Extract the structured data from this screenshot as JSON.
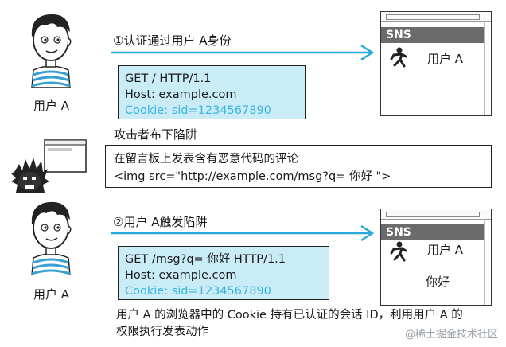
{
  "user_label": "用户 A",
  "user_label_2": "用户 A",
  "step1": "①认证通过用户 A身份",
  "step2": "②用户 A触发陷阱",
  "request1": {
    "line1": "GET / HTTP/1.1",
    "line2": "Host: example.com",
    "line3": "Cookie: sid=1234567890"
  },
  "request2": {
    "line1": "GET /msg?q= 你好 HTTP/1.1",
    "line2": "Host: example.com",
    "line3": "Cookie: sid=1234567890"
  },
  "attacker_caption": "攻击者布下陷阱",
  "comment": {
    "line1": "在留言板上发表含有恶意代码的评论",
    "line2": "<img src=\"http://example.com/msg?q= 你好 \">"
  },
  "browser1": {
    "title": "SNS",
    "user": "用户 A"
  },
  "browser2": {
    "title": "SNS",
    "user": "用户 A",
    "message": "你好"
  },
  "explanation": {
    "line1": "用户 A 的浏览器中的 Cookie 持有已认证的会话 ID，利用用户 A 的",
    "line2": "权限执行发表动作"
  },
  "watermark": "@稀土掘金技术社区",
  "colors": {
    "arrow": "#29a9d8",
    "request_bg": "#c9ecf6",
    "cookie_text": "#3bb4de"
  }
}
